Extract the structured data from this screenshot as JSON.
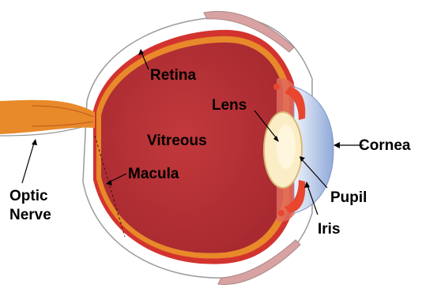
{
  "labels": {
    "retina": "Retina",
    "lens": "Lens",
    "vitreous": "Vitreous",
    "macula": "Macula",
    "cornea": "Cornea",
    "pupil": "Pupil",
    "iris": "Iris",
    "optic_nerve_line1": "Optic",
    "optic_nerve_line2": "Nerve"
  },
  "colors": {
    "vitreous": "#b43236",
    "retina": "#e8892a",
    "choroid": "#c8302c",
    "sclera": "#ffffff",
    "lens": "#fbeec6",
    "cornea": "#9db5e0",
    "iris": "#e8462e",
    "optic_nerve": "#e8892a",
    "label_dark": "#000000",
    "label_light": "#000000"
  }
}
